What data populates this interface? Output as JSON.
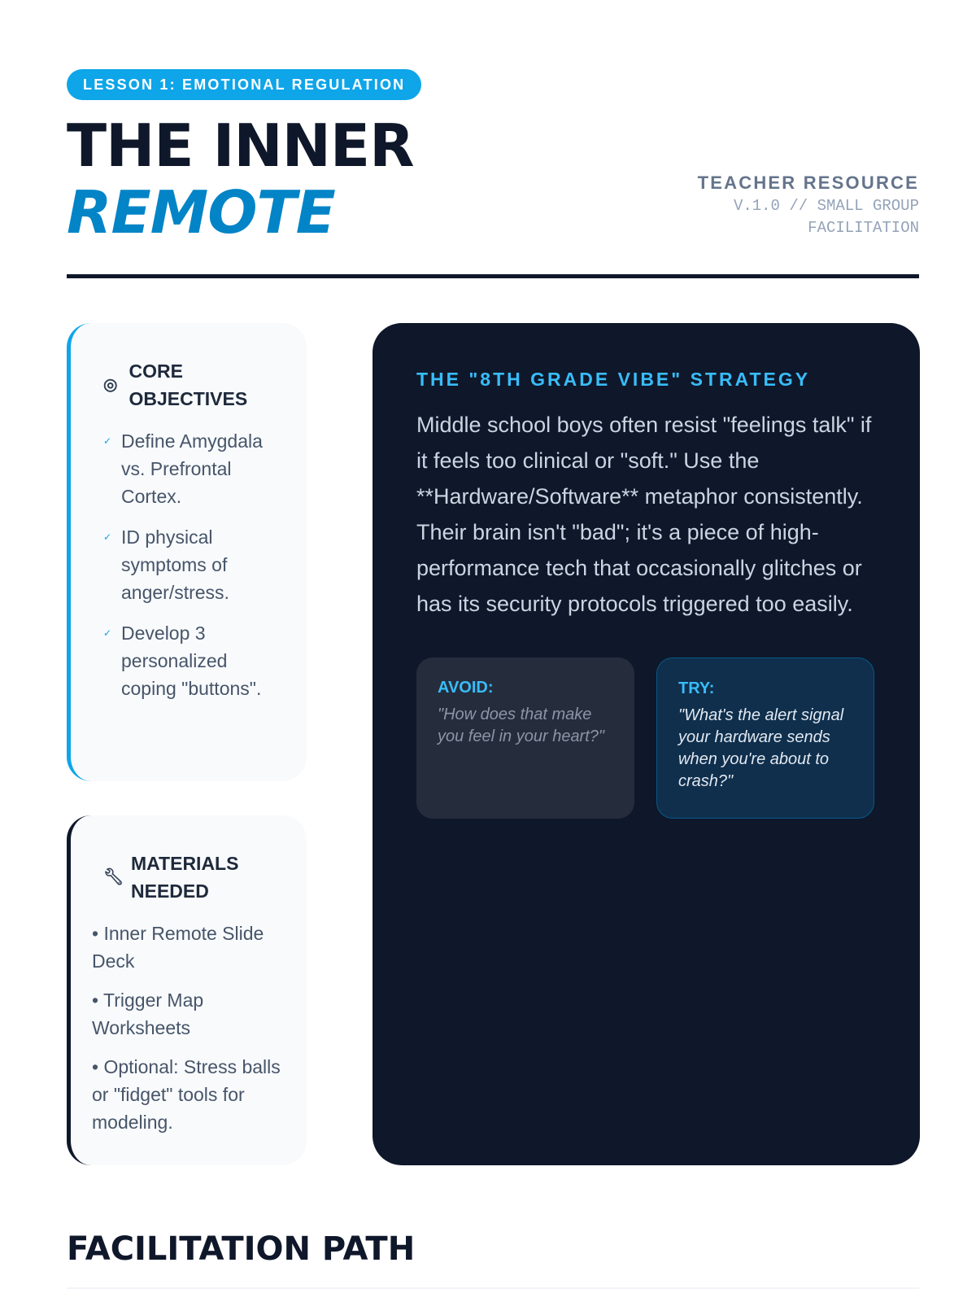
{
  "header": {
    "badge": "LESSON 1: EMOTIONAL REGULATION",
    "title_line1": "THE INNER",
    "title_line2": "REMOTE",
    "resource_label": "TEACHER RESOURCE",
    "version_line1": "V.1.0 // SMALL GROUP",
    "version_line2": "FACILITATION"
  },
  "objectives": {
    "icon": "target-icon",
    "title": "CORE OBJECTIVES",
    "items": [
      "Define Amygdala vs. Prefrontal Cortex.",
      "ID physical symptoms of anger/stress.",
      "Develop 3 personalized coping \"buttons\"."
    ]
  },
  "materials": {
    "icon": "wrench-icon",
    "title": "MATERIALS NEEDED",
    "items": [
      "• Inner Remote Slide Deck",
      "• Trigger Map Worksheets",
      "• Optional: Stress balls or \"fidget\" tools for modeling."
    ]
  },
  "strategy": {
    "title": "THE \"8TH GRADE VIBE\" STRATEGY",
    "body": "Middle school boys often resist \"feelings talk\" if it feels too clinical or \"soft.\" Use the **Hardware/Software** metaphor consistently. Their brain isn't \"bad\"; it's a piece of high-performance tech that occasionally glitches or has its security protocols triggered too easily.",
    "avoid_label": "AVOID:",
    "avoid_quote": "\"How does that make you feel in your heart?\"",
    "try_label": "TRY:",
    "try_quote": "\"What's the alert signal your hardware sends when you're about to crash?\""
  },
  "section": {
    "title": "FACILITATION PATH"
  },
  "colors": {
    "accent": "#0ea5e9",
    "dark": "#0f172a",
    "title_blue": "#0284c7"
  }
}
